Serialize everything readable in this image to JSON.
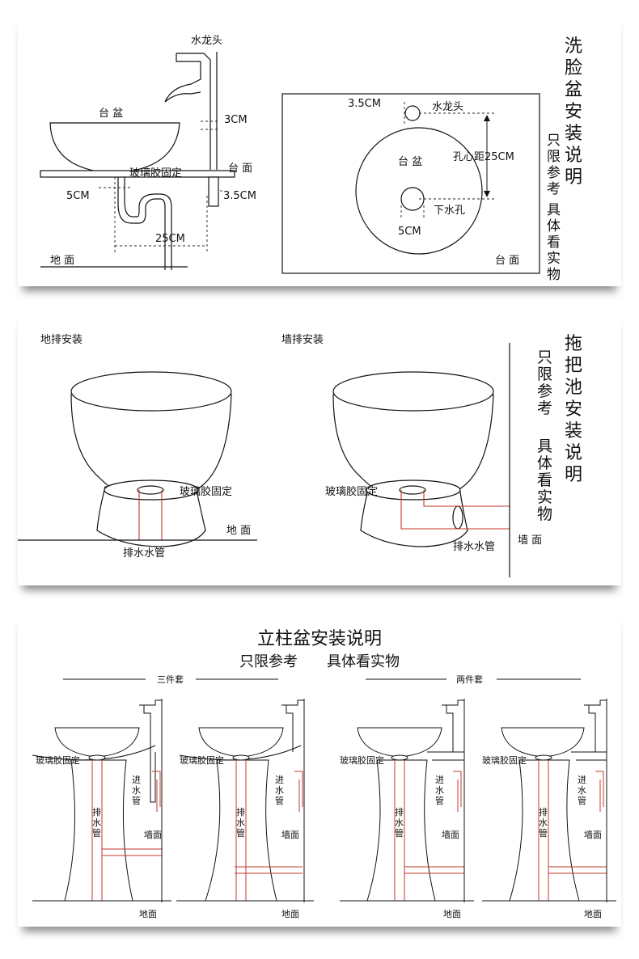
{
  "panel1": {
    "title": "洗脸盆安装说明",
    "note1": "只限参考",
    "note2": "具体看实物",
    "left": {
      "faucet": "水龙头",
      "basin": "台 盆",
      "glue": "玻璃胶固定",
      "counter": "台 面",
      "dim_3cm": "3CM",
      "dim_5cm": "5CM",
      "dim_35cm": "3.5CM",
      "dim_25cm": "25CM",
      "floor": "地 面"
    },
    "right": {
      "dim_35cm": "3.5CM",
      "faucet": "水龙头",
      "hole_distance": "孔心距25CM",
      "basin": "台 盆",
      "drain_hole": "下水孔",
      "dim_5cm": "5CM",
      "counter": "台 面"
    }
  },
  "panel2": {
    "title": "拖把池安装说明",
    "note1": "只限参考",
    "note2": "具体看实物",
    "floor_drain": "地排安装",
    "wall_drain": "墙排安装",
    "glue": "玻璃胶固定",
    "floor": "地 面",
    "drain_pipe": "排水水管",
    "wall": "墙 面",
    "glue2": "玻璃胶固定",
    "drain_pipe2": "排水水管"
  },
  "panel3": {
    "title": "立柱盆安装说明",
    "subtitle": "只限参考　　具体看实物",
    "three_piece": "三件套",
    "two_piece": "两件套",
    "glue": "玻璃胶固定",
    "inlet": "进水管",
    "drain": "排水管",
    "wall": "墙面",
    "floor": "地面"
  },
  "colors": {
    "line": "#111111",
    "pipe": "#c0392b",
    "dashed": "#222222"
  }
}
